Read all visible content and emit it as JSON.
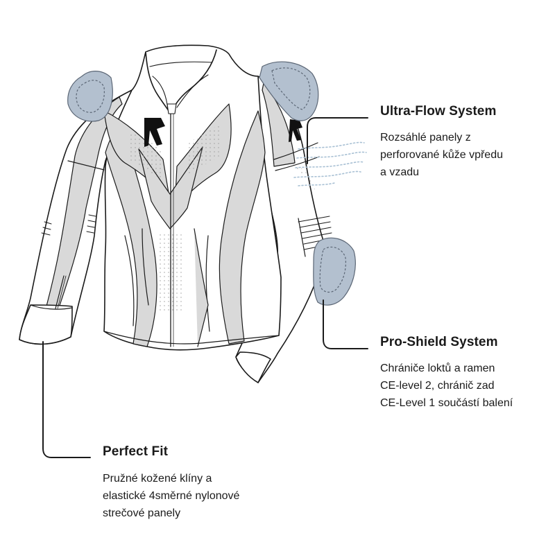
{
  "callouts": {
    "ultra_flow": {
      "title": "Ultra-Flow System",
      "lines": [
        "Rozsáhlé panely z",
        "perforované kůže vpředu",
        "a vzadu"
      ]
    },
    "pro_shield": {
      "title": "Pro-Shield System",
      "lines": [
        "Chrániče loktů a ramen",
        "CE-level 2, chránič zad",
        "CE-Level 1 součástí balení"
      ]
    },
    "perfect_fit": {
      "title": "Perfect Fit",
      "lines": [
        "Pružné kožené klíny a",
        "elastické 4směrné nylonové",
        "strečové panely"
      ]
    }
  },
  "colors": {
    "outline": "#1a1a1a",
    "panel_grey": "#d9d9d9",
    "protector_blue": "#b3c0cf",
    "protector_dash": "#5b6675",
    "airflow": "#a8c0d4"
  },
  "icons": [
    "brand-logo-icon",
    "shoulder-protector-icon",
    "elbow-protector-icon",
    "airflow-icon"
  ]
}
